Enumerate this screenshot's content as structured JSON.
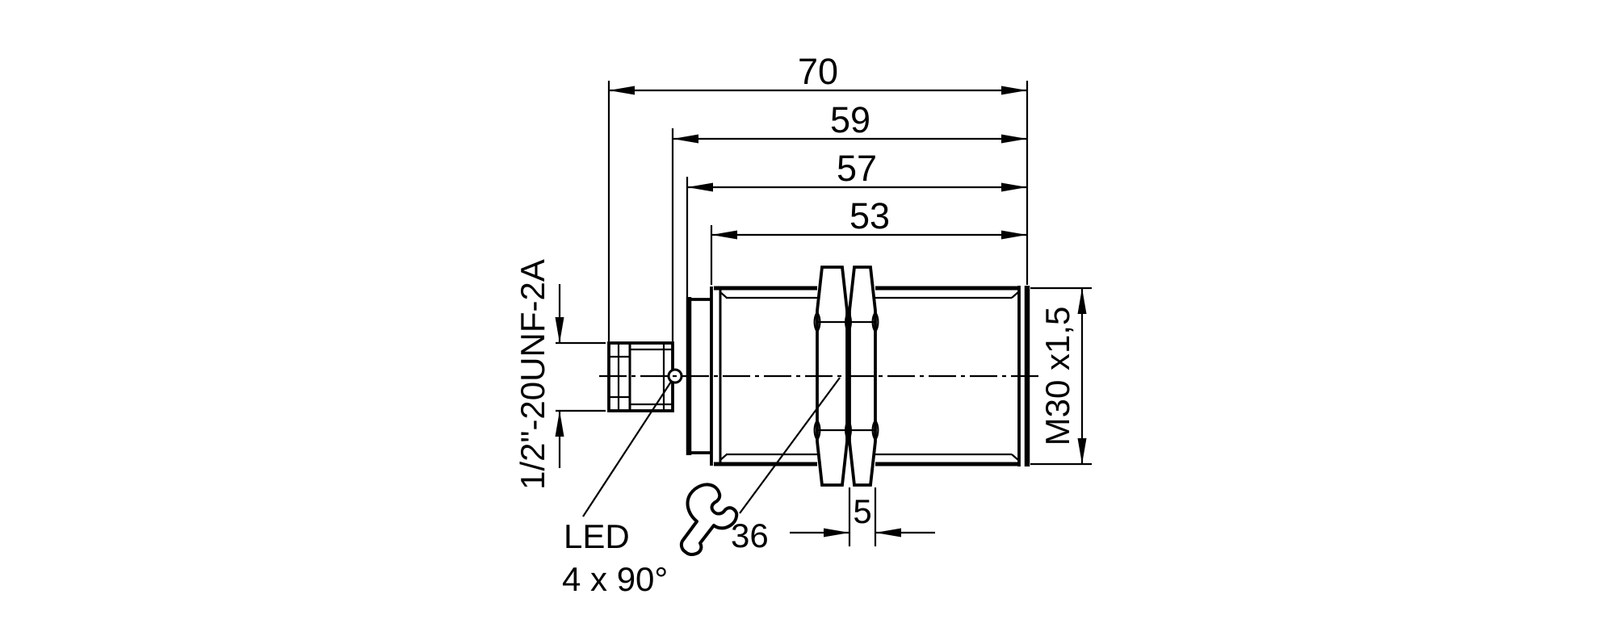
{
  "dimensions": {
    "overall_length": "70",
    "length_without_connector": "59",
    "housing_length": "57",
    "thread_length": "53",
    "nut_thickness": "5",
    "wrench_size": "36"
  },
  "labels": {
    "connector_thread": "1/2\"-20UNF-2A",
    "housing_thread": "M30 x1,5",
    "led": "LED",
    "led_pattern": "4 x 90°"
  },
  "icons": {
    "wrench": "open-end-wrench-icon"
  },
  "colors": {
    "line": "#000000",
    "background": "#ffffff"
  }
}
